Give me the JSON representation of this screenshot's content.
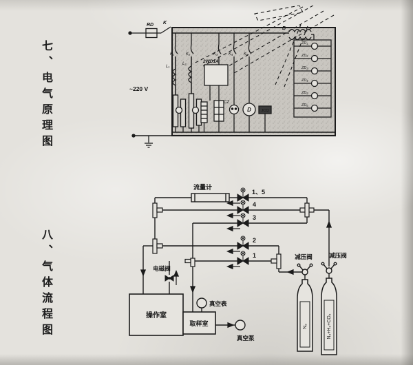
{
  "page": {
    "section7_title": "七、电气原理图",
    "section8_title": "八、气体流程图"
  },
  "electrical": {
    "fuse": "RD",
    "switch": "K",
    "voltage": "~220 V",
    "transformer": "B",
    "contacts": [
      "K₁",
      "K₂",
      "K₃",
      "K₄",
      "K₅"
    ],
    "coils": [
      "L₁",
      "L₂"
    ],
    "module": "2WD1A",
    "lamps": [
      "ZD₁",
      "ZD₂",
      "ZD₃",
      "ZD₄",
      "ZD₅",
      "ZD₆"
    ],
    "socket": "CZ",
    "motor": "D",
    "relay": "JCQ"
  },
  "flow": {
    "flow_meter": "流量计",
    "valve_labels": [
      "1、5",
      "4",
      "3",
      "2",
      "1"
    ],
    "solenoid_valve": "电磁阀",
    "vacuum_gauge": "真空表",
    "operation_chamber": "操作室",
    "sampling_chamber": "取样室",
    "vacuum_pump": "真空泵",
    "regulator_left": "减压阀",
    "regulator_right": "减压阀",
    "cylinder_left": "N₂",
    "cylinder_right": "N₂+H₂+CO₂"
  }
}
